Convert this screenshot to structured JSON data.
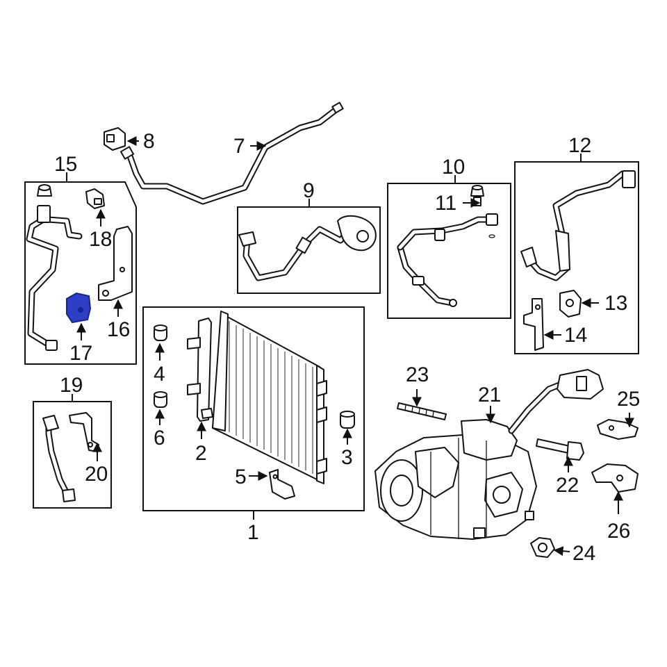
{
  "diagram": {
    "callouts": {
      "c1": "1",
      "c2": "2",
      "c3": "3",
      "c4": "4",
      "c5": "5",
      "c6": "6",
      "c7": "7",
      "c8": "8",
      "c9": "9",
      "c10": "10",
      "c11": "11",
      "c12": "12",
      "c13": "13",
      "c14": "14",
      "c15": "15",
      "c16": "16",
      "c17": "17",
      "c18": "18",
      "c19": "19",
      "c20": "20",
      "c21": "21",
      "c22": "22",
      "c23": "23",
      "c24": "24",
      "c25": "25",
      "c26": "26"
    },
    "colors": {
      "line": "#111111",
      "background": "#ffffff",
      "highlight_fill": "#2d3fc4",
      "highlight_stroke": "#1a2486"
    },
    "highlighted_part": "17"
  }
}
